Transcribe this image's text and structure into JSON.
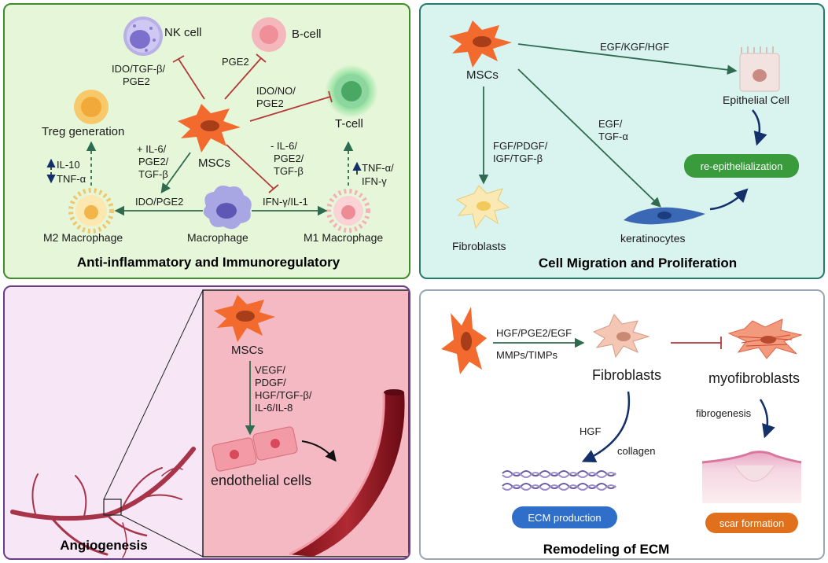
{
  "panels": {
    "immuno": {
      "title": "Anti-inflammatory and Immunoregulatory",
      "nk": "NK cell",
      "bcell": "B-cell",
      "tcell": "T-cell",
      "treg": "Treg generation",
      "mscs": "MSCs",
      "macrophage": "Macrophage",
      "m1": "M1 Macrophage",
      "m2": "M2 Macrophage",
      "nk_factors": [
        "IDO/TGF-β/",
        "PGE2"
      ],
      "b_factor": "PGE2",
      "t_factors": [
        "IDO/NO/",
        "PGE2"
      ],
      "m2_stim": [
        "+ IL-6/",
        "PGE2/",
        "TGF-β"
      ],
      "m1_inhib": [
        "- IL-6/",
        "PGE2/",
        "TGF-β"
      ],
      "m2_path": "IDO/PGE2",
      "m1_path": "IFN-γ/IL-1",
      "treg_il10": "IL-10",
      "treg_tnf": "TNF-α",
      "m1_tnf": "TNF-α/",
      "m1_ifn": "IFN-γ"
    },
    "migration": {
      "title": "Cell Migration and Proliferation",
      "mscs": "MSCs",
      "epithelial": "Epithelial Cell",
      "fibroblasts": "Fibroblasts",
      "keratinocytes": "keratinocytes",
      "egf_kgf": "EGF/KGF/HGF",
      "egf_tgf": [
        "EGF/",
        "TGF-α"
      ],
      "fgf": [
        "FGF/PDGF/",
        "IGF/TGF-β"
      ],
      "reepi": "re-epithelialization"
    },
    "angio": {
      "title": "Angiogenesis",
      "mscs": "MSCs",
      "factors": [
        "VEGF/",
        "PDGF/",
        "HGF/TGF-β/",
        "IL-6/IL-8"
      ],
      "endothelial": "endothelial cells"
    },
    "ecm": {
      "title": "Remodeling of ECM",
      "factors1": "HGF/PGE2/EGF",
      "factors2": "MMPs/TIMPs",
      "fibroblasts": "Fibroblasts",
      "myofibroblasts": "myofibroblasts",
      "hgf": "HGF",
      "collagen": "collagen",
      "fibrogenesis": "fibrogenesis",
      "ecm_prod": "ECM production",
      "scar": "scar formation"
    }
  },
  "colors": {
    "msc_orange": "#f26a2e",
    "inhibit_red": "#b43a3a",
    "activate_green": "#2f6b4f",
    "arrow_navy": "#14306b",
    "pill_green": "#3a9b3c",
    "pill_blue": "#2f6fc9",
    "pill_orange": "#e0701c"
  }
}
